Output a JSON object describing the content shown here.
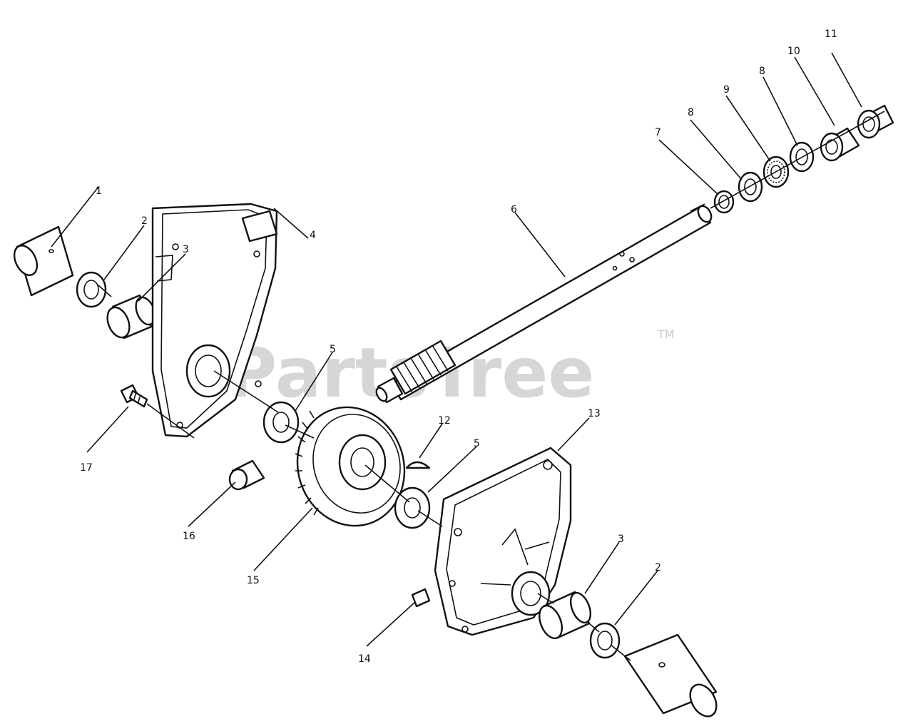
{
  "watermark": {
    "text": "PartsTree",
    "trademark": "TM"
  },
  "callouts": [
    {
      "id": "c1",
      "text": "1"
    },
    {
      "id": "c2a",
      "text": "2"
    },
    {
      "id": "c3a",
      "text": "3"
    },
    {
      "id": "c4",
      "text": "4"
    },
    {
      "id": "c5a",
      "text": "5"
    },
    {
      "id": "c6",
      "text": "6"
    },
    {
      "id": "c7",
      "text": "7"
    },
    {
      "id": "c8a",
      "text": "8"
    },
    {
      "id": "c9",
      "text": "9"
    },
    {
      "id": "c8b",
      "text": "8"
    },
    {
      "id": "c10",
      "text": "10"
    },
    {
      "id": "c11",
      "text": "11"
    },
    {
      "id": "c12",
      "text": "12"
    },
    {
      "id": "c13",
      "text": "13"
    },
    {
      "id": "c5b",
      "text": "5"
    },
    {
      "id": "c17",
      "text": "17"
    },
    {
      "id": "c16",
      "text": "16"
    },
    {
      "id": "c15",
      "text": "15"
    },
    {
      "id": "c3b",
      "text": "3"
    },
    {
      "id": "c2b",
      "text": "2"
    },
    {
      "id": "c14",
      "text": "14"
    }
  ]
}
